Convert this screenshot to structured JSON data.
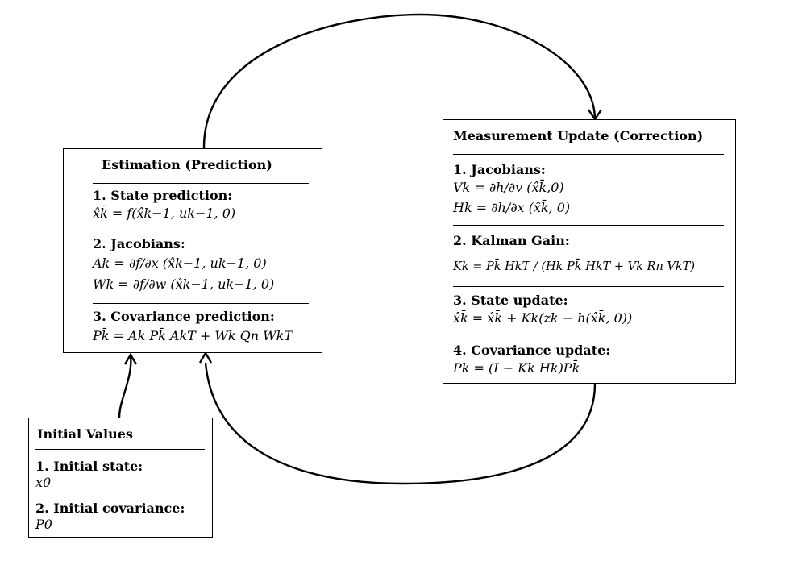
{
  "estimation": {
    "title": "Estimation (Prediction)",
    "s1_title": "1. State prediction:",
    "s1_eq": "x̂k̄ = f(x̂k−1, uk−1, 0)",
    "s2_title": "2. Jacobians:",
    "s2_eq1": "Ak = ∂f/∂x (x̂k−1, uk−1, 0)",
    "s2_eq2": "Wk = ∂f/∂w (x̂k−1, uk−1, 0)",
    "s3_title": "3. Covariance prediction:",
    "s3_eq": "Pk̄ = Ak Pk̄ AkT + Wk Qn WkT"
  },
  "measurement": {
    "title": "Measurement Update (Correction)",
    "s1_title": "1. Jacobians:",
    "s1_eq1": "Vk = ∂h/∂v (x̂k̄,0)",
    "s1_eq2": "Hk = ∂h/∂x (x̂k̄, 0)",
    "s2_title": "2. Kalman Gain:",
    "s2_eq": "Kk = Pk̄ HkT / (Hk Pk̄ HkT + Vk Rn VkT)",
    "s3_title": "3. State update:",
    "s3_eq": "x̂k̄ = x̂k̄ + Kk(zk − h(x̂k̄, 0))",
    "s4_title": "4. Covariance update:",
    "s4_eq": "Pk = (I − Kk Hk)Pk̄"
  },
  "initial": {
    "title": "Initial Values",
    "s1_title": "1. Initial state:",
    "s1_eq": "x0",
    "s2_title": "2. Initial covariance:",
    "s2_eq": "P0"
  }
}
